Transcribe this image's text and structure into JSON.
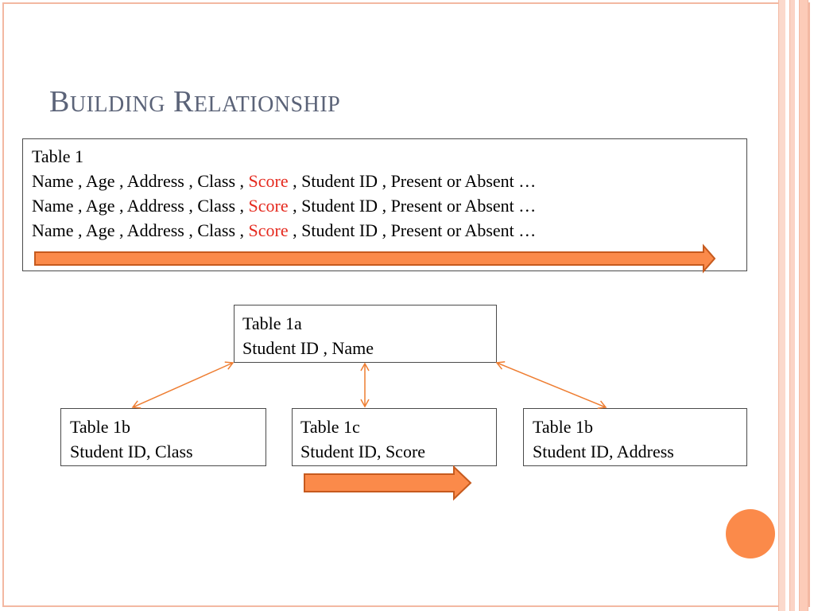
{
  "title": {
    "word1_cap": "B",
    "word1_rest": "uilding",
    "word2_cap": "R",
    "word2_rest": "elationship"
  },
  "table1": {
    "heading": "Table 1",
    "rows": [
      {
        "before": "Name  , Age , Address , Class , ",
        "highlight": "Score",
        "after": " , Student ID , Present or Absent …"
      },
      {
        "before": "Name  , Age , Address , Class , ",
        "highlight": "Score",
        "after": " , Student ID , Present or Absent …"
      },
      {
        "before": "Name  , Age , Address , Class , ",
        "highlight": "Score",
        "after": " , Student ID , Present or Absent …"
      }
    ]
  },
  "table1a": {
    "heading": "Table 1a",
    "fields": "Student ID , Name"
  },
  "table1b_left": {
    "heading": "Table 1b",
    "fields": "Student ID, Class"
  },
  "table1c": {
    "heading": "Table 1c",
    "fields": "Student ID, Score"
  },
  "table1b_right": {
    "heading": "Table 1b",
    "fields": "Student ID, Address"
  },
  "colors": {
    "title": "#5b6378",
    "highlight": "#e52a1f",
    "arrow_fill": "#fb8a4a",
    "arrow_stroke": "#c65a1e",
    "connector": "#ee7d31",
    "accent_circle": "#fb8a4a"
  }
}
